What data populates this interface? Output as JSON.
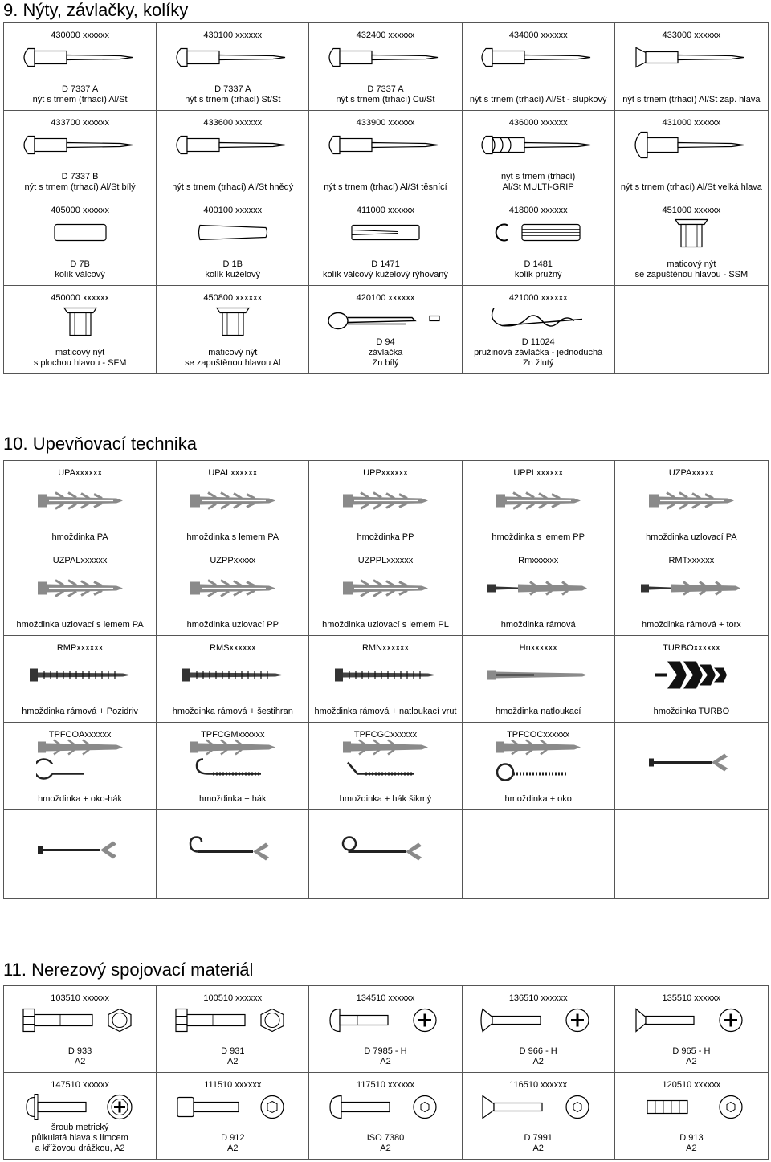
{
  "sections": [
    {
      "title": "9. Nýty, závlačky, kolíky",
      "items": [
        {
          "code": "430000 xxxxxx",
          "label": [
            "D 7337 A",
            "nýt s trnem (trhací) Al/St"
          ],
          "icon": "rivet-icon"
        },
        {
          "code": "430100 xxxxxx",
          "label": [
            "D 7337 A",
            "nýt s trnem (trhací) St/St"
          ],
          "icon": "rivet-icon"
        },
        {
          "code": "432400 xxxxxx",
          "label": [
            "D 7337 A",
            "nýt s trnem (trhací) Cu/St"
          ],
          "icon": "rivet-icon"
        },
        {
          "code": "434000 xxxxxx",
          "label": [
            "nýt s trnem (trhací) Al/St - slupkový"
          ],
          "icon": "rivet-icon"
        },
        {
          "code": "433000 xxxxxx",
          "label": [
            "nýt s trnem (trhací) Al/St zap. hlava"
          ],
          "icon": "rivet-countersunk-icon"
        },
        {
          "code": "433700 xxxxxx",
          "label": [
            "D 7337 B",
            "nýt s trnem (trhací) Al/St bílý"
          ],
          "icon": "rivet-icon"
        },
        {
          "code": "433600 xxxxxx",
          "label": [
            "nýt s trnem (trhací) Al/St hnědý"
          ],
          "icon": "rivet-icon"
        },
        {
          "code": "433900 xxxxxx",
          "label": [
            "nýt s trnem (trhací) Al/St těsnící"
          ],
          "icon": "rivet-icon"
        },
        {
          "code": "436000 xxxxxx",
          "label": [
            "nýt s trnem (trhací)",
            "Al/St MULTI-GRIP"
          ],
          "icon": "rivet-multigrip-icon"
        },
        {
          "code": "431000 xxxxxx",
          "label": [
            "nýt s trnem (trhací) Al/St velká hlava"
          ],
          "icon": "rivet-large-head-icon"
        },
        {
          "code": "405000 xxxxxx",
          "label": [
            "D 7B",
            "kolík válcový"
          ],
          "icon": "cylindrical-pin-icon"
        },
        {
          "code": "400100 xxxxxx",
          "label": [
            "D 1B",
            "kolík kuželový"
          ],
          "icon": "taper-pin-icon"
        },
        {
          "code": "411000 xxxxxx",
          "label": [
            "D 1471",
            "kolík válcový kuželový rýhovaný"
          ],
          "icon": "grooved-pin-icon"
        },
        {
          "code": "418000 xxxxxx",
          "label": [
            "D 1481",
            "kolík pružný"
          ],
          "icon": "spring-pin-icon"
        },
        {
          "code": "451000 xxxxxx",
          "label": [
            "maticový nýt",
            "se zapuštěnou hlavou - SSM"
          ],
          "icon": "rivet-nut-icon"
        },
        {
          "code": "450000 xxxxxx",
          "label": [
            "maticový nýt",
            "s plochou hlavou - SFM"
          ],
          "icon": "rivet-nut-icon"
        },
        {
          "code": "450800 xxxxxx",
          "label": [
            "maticový nýt",
            "se zapuštěnou hlavou Al"
          ],
          "icon": "rivet-nut-icon"
        },
        {
          "code": "420100 xxxxxx",
          "label": [
            "D 94",
            "závlačka",
            "Zn bílý"
          ],
          "icon": "cotter-pin-icon"
        },
        {
          "code": "421000 xxxxxx",
          "label": [
            "D 11024",
            "pružinová závlačka - jednoduchá",
            "Zn žlutý"
          ],
          "icon": "spring-cotter-icon"
        },
        {
          "code": "",
          "label": [],
          "icon": ""
        }
      ]
    },
    {
      "title": "10. Upevňovací technika",
      "items": [
        {
          "code": "UPAxxxxxx",
          "label": [
            "hmoždinka PA"
          ],
          "icon": "wall-plug-icon"
        },
        {
          "code": "UPALxxxxxx",
          "label": [
            "hmoždinka s lemem PA"
          ],
          "icon": "wall-plug-icon"
        },
        {
          "code": "UPPxxxxxx",
          "label": [
            "hmoždinka PP"
          ],
          "icon": "wall-plug-icon"
        },
        {
          "code": "UPPLxxxxxx",
          "label": [
            "hmoždinka s lemem PP"
          ],
          "icon": "wall-plug-icon"
        },
        {
          "code": "UZPAxxxxx",
          "label": [
            "hmoždinka uzlovací PA"
          ],
          "icon": "wall-plug-icon"
        },
        {
          "code": "UZPALxxxxxx",
          "label": [
            "hmoždinka uzlovací s lemem PA"
          ],
          "icon": "wall-plug-icon"
        },
        {
          "code": "UZPPxxxxx",
          "label": [
            "hmoždinka uzlovací PP"
          ],
          "icon": "wall-plug-icon"
        },
        {
          "code": "UZPPLxxxxxx",
          "label": [
            "hmoždinka uzlovací s lemem PL"
          ],
          "icon": "wall-plug-icon"
        },
        {
          "code": "Rmxxxxxx",
          "label": [
            "hmoždinka rámová"
          ],
          "icon": "frame-plug-icon"
        },
        {
          "code": "RMTxxxxxx",
          "label": [
            "hmoždinka rámová + torx"
          ],
          "icon": "frame-plug-icon"
        },
        {
          "code": "RMPxxxxxx",
          "label": [
            "hmoždinka rámová + Pozidriv"
          ],
          "icon": "frame-plug-screw-icon"
        },
        {
          "code": "RMSxxxxxx",
          "label": [
            "hmoždinka rámová + šestihran"
          ],
          "icon": "frame-plug-screw-icon"
        },
        {
          "code": "RMNxxxxxx",
          "label": [
            "hmoždinka rámová + natloukací vrut"
          ],
          "icon": "frame-plug-screw-icon"
        },
        {
          "code": "Hnxxxxxx",
          "label": [
            "hmoždinka natloukací"
          ],
          "icon": "hammer-plug-icon"
        },
        {
          "code": "TURBOxxxxxx",
          "label": [
            "hmoždinka TURBO"
          ],
          "icon": "turbo-plug-icon"
        },
        {
          "code": "TPFCOAxxxxxx",
          "label": [
            "hmoždinka + oko-hák"
          ],
          "icon": "plug-eye-hook-icon"
        },
        {
          "code": "TPFCGMxxxxxx",
          "label": [
            "hmoždinka + hák"
          ],
          "icon": "plug-hook-icon"
        },
        {
          "code": "TPFCGCxxxxxx",
          "label": [
            "hmoždinka + hák šikmý"
          ],
          "icon": "plug-angled-hook-icon"
        },
        {
          "code": "TPFCOCxxxxxx",
          "label": [
            "hmoždinka + oko"
          ],
          "icon": "plug-eye-icon"
        },
        {
          "code": "",
          "label": [],
          "icon": "spring-toggle-icon"
        },
        {
          "code": "",
          "label": [],
          "icon": "spring-toggle-icon"
        },
        {
          "code": "",
          "label": [],
          "icon": "spring-toggle-hook-icon"
        },
        {
          "code": "",
          "label": [],
          "icon": "spring-toggle-eye-icon"
        },
        {
          "code": "",
          "label": [],
          "icon": ""
        },
        {
          "code": "",
          "label": [],
          "icon": ""
        }
      ]
    },
    {
      "title": "11. Nerezový spojovací materiál",
      "items": [
        {
          "code": "103510 xxxxxx",
          "label": [
            "D 933",
            "A2"
          ],
          "icon": "hex-bolt-icon"
        },
        {
          "code": "100510 xxxxxx",
          "label": [
            "D 931",
            "A2"
          ],
          "icon": "hex-bolt-icon"
        },
        {
          "code": "134510 xxxxxx",
          "label": [
            "D 7985 - H",
            "A2"
          ],
          "icon": "pan-head-screw-icon"
        },
        {
          "code": "136510 xxxxxx",
          "label": [
            "D 966 - H",
            "A2"
          ],
          "icon": "raised-countersunk-screw-icon"
        },
        {
          "code": "135510 xxxxxx",
          "label": [
            "D 965 - H",
            "A2"
          ],
          "icon": "countersunk-screw-icon"
        },
        {
          "code": "147510 xxxxxx",
          "label": [
            "šroub metrický",
            "půlkulatá hlava s límcem",
            "a křížovou drážkou, A2"
          ],
          "icon": "flange-screw-icon"
        },
        {
          "code": "111510 xxxxxx",
          "label": [
            "D 912",
            "A2"
          ],
          "icon": "socket-cap-screw-icon"
        },
        {
          "code": "117510 xxxxxx",
          "label": [
            "ISO 7380",
            "A2"
          ],
          "icon": "button-head-screw-icon"
        },
        {
          "code": "116510 xxxxxx",
          "label": [
            "D 7991",
            "A2"
          ],
          "icon": "countersunk-socket-screw-icon"
        },
        {
          "code": "120510 xxxxxx",
          "label": [
            "D 913",
            "A2"
          ],
          "icon": "set-screw-icon"
        }
      ]
    }
  ]
}
